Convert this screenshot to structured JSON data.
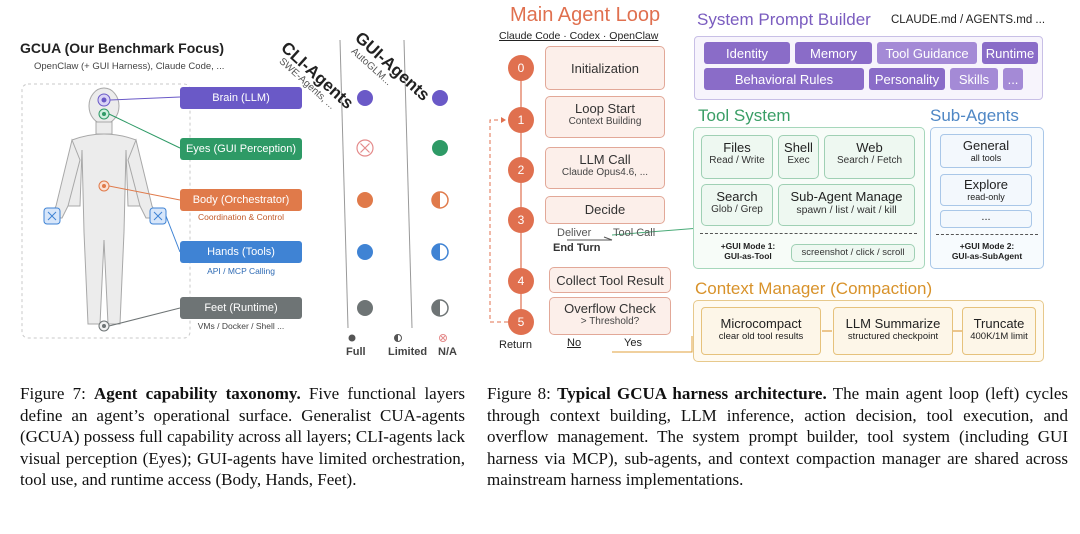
{
  "colors": {
    "brain": "#6a59c7",
    "eyes": "#2e9a66",
    "body": "#e07a4a",
    "hands": "#3f83d4",
    "feet": "#6e7475",
    "loop": "#e0704f",
    "prompt": "#8a6cc8",
    "tools": "#4aab78",
    "subagents": "#5d93d0",
    "context": "#e0a13c"
  },
  "fig7": {
    "title": "GCUA (Our Benchmark Focus)",
    "subtitle": "OpenClaw (+ GUI Harness), Claude Code, ...",
    "col_cli_title": "CLI-Agents",
    "col_cli_sub": "SWE-Agents, ...",
    "col_gui_title": "GUI-Agents",
    "col_gui_sub": "AutoGLM...",
    "layers": [
      {
        "label": "Brain (LLM)",
        "sub": "",
        "cli": "full",
        "gui": "full"
      },
      {
        "label": "Eyes (GUI Perception)",
        "sub": "",
        "cli": "na",
        "gui": "full"
      },
      {
        "label": "Body (Orchestrator)",
        "sub": "Coordination & Control",
        "cli": "full",
        "gui": "limited"
      },
      {
        "label": "Hands (Tools)",
        "sub": "API / MCP Calling",
        "cli": "full",
        "gui": "limited"
      },
      {
        "label": "Feet (Runtime)",
        "sub": "VMs / Docker / Shell ...",
        "cli": "full",
        "gui": "limited"
      }
    ],
    "legend": {
      "full": "Full",
      "limited": "Limited",
      "na": "N/A"
    }
  },
  "fig8": {
    "loop_title": "Main Agent Loop",
    "loop_sub": "Claude Code · Codex · OpenClaw",
    "steps": [
      {
        "num": "0",
        "title": "Initialization",
        "sub": ""
      },
      {
        "num": "1",
        "title": "Loop Start",
        "sub": "Context Building"
      },
      {
        "num": "2",
        "title": "LLM Call",
        "sub": "Claude Opus4.6, ..."
      },
      {
        "num": "3",
        "title": "Decide",
        "sub": ""
      },
      {
        "num": "4",
        "title": "Collect Tool Result",
        "sub": ""
      },
      {
        "num": "5",
        "title": "Overflow Check",
        "sub": "> Threshold?"
      }
    ],
    "decide_deliver": "Deliver",
    "decide_toolcall": "Tool Call",
    "end_turn": "End Turn",
    "return_label": "Return",
    "no_label": "No",
    "yes_label": "Yes",
    "prompt_title": "System Prompt Builder",
    "prompt_files": "CLAUDE.md / AGENTS.md ...",
    "prompt_items": [
      "Identity",
      "Memory",
      "Tool Guidance",
      "Runtime",
      "Behavioral Rules",
      "Personality",
      "Skills",
      "..."
    ],
    "tools_title": "Tool System",
    "tools": [
      {
        "title": "Files",
        "sub": "Read / Write"
      },
      {
        "title": "Shell",
        "sub": "Exec"
      },
      {
        "title": "Web",
        "sub": "Search / Fetch"
      },
      {
        "title": "Search",
        "sub": "Glob / Grep"
      },
      {
        "title": "Sub-Agent Manage",
        "sub": "spawn / list / wait / kill"
      }
    ],
    "gui_mode1_a": "+GUI Mode 1:",
    "gui_mode1_b": "GUI-as-Tool",
    "gui_mode1_actions": "screenshot / click / scroll",
    "subagents_title": "Sub-Agents",
    "subagents": [
      {
        "title": "General",
        "sub": "all tools"
      },
      {
        "title": "Explore",
        "sub": "read-only"
      },
      {
        "title": "...",
        "sub": ""
      }
    ],
    "gui_mode2_a": "+GUI Mode 2:",
    "gui_mode2_b": "GUI-as-SubAgent",
    "context_title": "Context Manager (Compaction)",
    "context": [
      {
        "title": "Microcompact",
        "sub": "clear old tool results"
      },
      {
        "title": "LLM Summarize",
        "sub": "structured checkpoint"
      },
      {
        "title": "Truncate",
        "sub": "400K/1M limit"
      }
    ]
  },
  "captions": {
    "fig7_label": "Figure 7:",
    "fig7_bold": "Agent capability taxonomy.",
    "fig7_text": "Five functional layers define an agent’s operational surface. Generalist CUA-agents (GCUA) possess full capability across all layers; CLI-agents lack visual perception (Eyes); GUI-agents have limited orchestration, tool use, and runtime access (Body, Hands, Feet).",
    "fig8_label": "Figure 8:",
    "fig8_bold": "Typical GCUA harness architecture.",
    "fig8_text": "The main agent loop (left) cycles through context building, LLM inference, action decision, tool execution, and overflow management. The system prompt builder, tool system (including GUI harness via MCP), sub-agents, and context compaction manager are shared across mainstream harness implementations."
  }
}
